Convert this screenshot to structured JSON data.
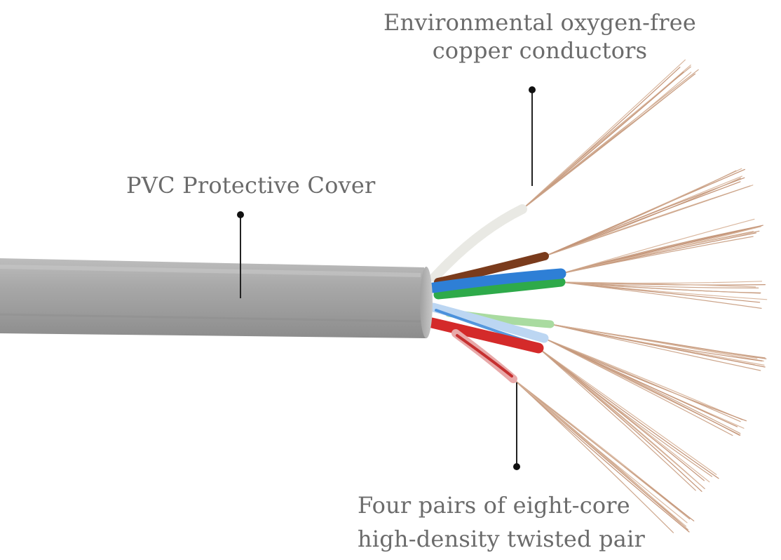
{
  "callouts": {
    "copper": {
      "line1": "Environmental oxygen-free",
      "line2": "copper conductors"
    },
    "pvc": {
      "text": "PVC Protective Cover"
    },
    "pairs": {
      "line1": "Four pairs of eight-core",
      "line2": "high-density twisted pair"
    }
  },
  "colors": {
    "cable_jacket": "#a4a4a4",
    "copper_strand": "#c99f82",
    "wire_white": "#f2f2ee",
    "wire_brown": "#7a3b1c",
    "wire_blue": "#2e7fd6",
    "wire_green": "#2eaa4a",
    "wire_red": "#d42a2a",
    "wire_light_green": "#a9dba0",
    "wire_light_blue": "#bcd6f2",
    "label_text": "#6b6b6b"
  }
}
